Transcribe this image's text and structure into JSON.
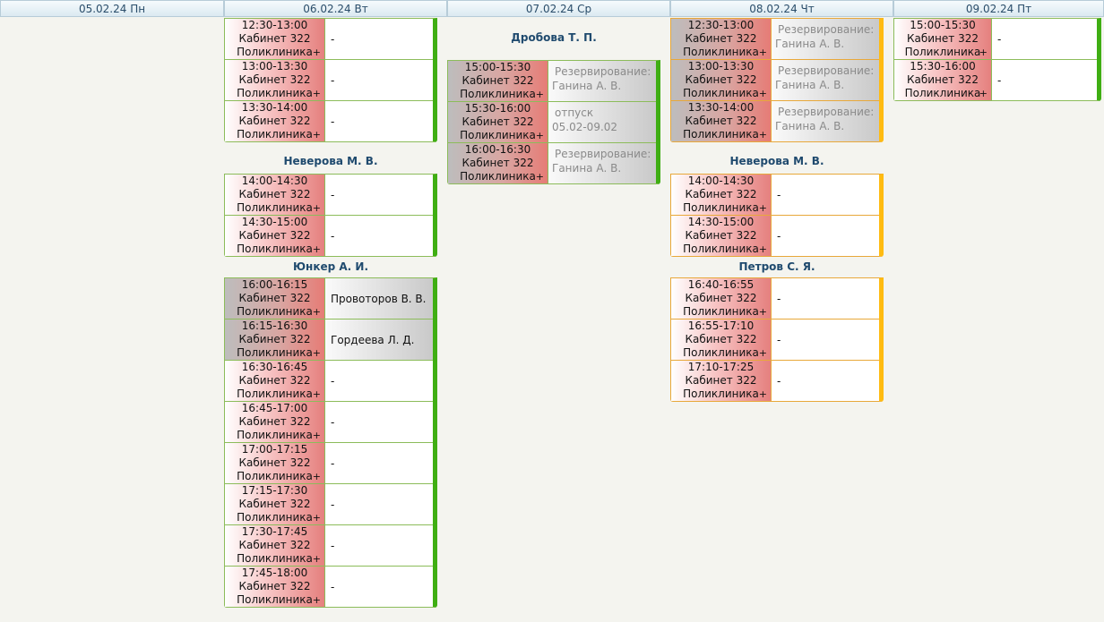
{
  "days": [
    {
      "label": "05.02.24 Пн"
    },
    {
      "label": "06.02.24 Вт"
    },
    {
      "label": "07.02.24 Ср"
    },
    {
      "label": "08.02.24 Чт"
    },
    {
      "label": "09.02.24 Пт"
    }
  ],
  "slot_room": "Кабинет 322",
  "slot_place": "Поликлиника",
  "slot_add": "+",
  "colors": {
    "free_bar": "#3fae13",
    "warn_bar": "#ffbb11"
  },
  "columns": {
    "tue": {
      "groups": [
        {
          "doctor": "",
          "slots": [
            {
              "time": "12:30-13:00",
              "patient": "-"
            },
            {
              "time": "13:00-13:30",
              "patient": "-"
            },
            {
              "time": "13:30-14:00",
              "patient": "-"
            }
          ]
        },
        {
          "doctor": "Неверова М. В.",
          "slots": [
            {
              "time": "14:00-14:30",
              "patient": "-"
            },
            {
              "time": "14:30-15:00",
              "patient": "-"
            }
          ]
        },
        {
          "doctor": "Юнкер А. И.",
          "slots": [
            {
              "time": "16:00-16:15",
              "patient": "Провоторов В. В."
            },
            {
              "time": "16:15-16:30",
              "patient": "Гордеева Л. Д."
            },
            {
              "time": "16:30-16:45",
              "patient": "-"
            },
            {
              "time": "16:45-17:00",
              "patient": "-"
            },
            {
              "time": "17:00-17:15",
              "patient": "-"
            },
            {
              "time": "17:15-17:30",
              "patient": "-"
            },
            {
              "time": "17:30-17:45",
              "patient": "-"
            },
            {
              "time": "17:45-18:00",
              "patient": "-"
            }
          ]
        }
      ]
    },
    "wed": {
      "groups": [
        {
          "doctor": "Дробова Т. П.",
          "slots": [
            {
              "time": "15:00-15:30",
              "note1": "Резервирование:",
              "note2": "Ганина А. В."
            },
            {
              "time": "15:30-16:00",
              "note1": "отпуск",
              "note2": "05.02-09.02"
            },
            {
              "time": "16:00-16:30",
              "note1": "Резервирование:",
              "note2": "Ганина А. В."
            }
          ]
        }
      ]
    },
    "thu": {
      "groups": [
        {
          "doctor": "",
          "slots": [
            {
              "time": "12:30-13:00",
              "note1": "Резервирование:",
              "note2": "Ганина А. В."
            },
            {
              "time": "13:00-13:30",
              "note1": "Резервирование:",
              "note2": "Ганина А. В."
            },
            {
              "time": "13:30-14:00",
              "note1": "Резервирование:",
              "note2": "Ганина А. В."
            }
          ]
        },
        {
          "doctor": "Неверова М. В.",
          "slots": [
            {
              "time": "14:00-14:30",
              "patient": "-"
            },
            {
              "time": "14:30-15:00",
              "patient": "-"
            }
          ]
        },
        {
          "doctor": "Петров С. Я.",
          "slots": [
            {
              "time": "16:40-16:55",
              "patient": "-"
            },
            {
              "time": "16:55-17:10",
              "patient": "-"
            },
            {
              "time": "17:10-17:25",
              "patient": "-"
            }
          ]
        }
      ]
    },
    "fri": {
      "groups": [
        {
          "doctor": "",
          "slots": [
            {
              "time": "15:00-15:30",
              "patient": "-"
            },
            {
              "time": "15:30-16:00",
              "patient": "-"
            }
          ]
        }
      ]
    }
  }
}
